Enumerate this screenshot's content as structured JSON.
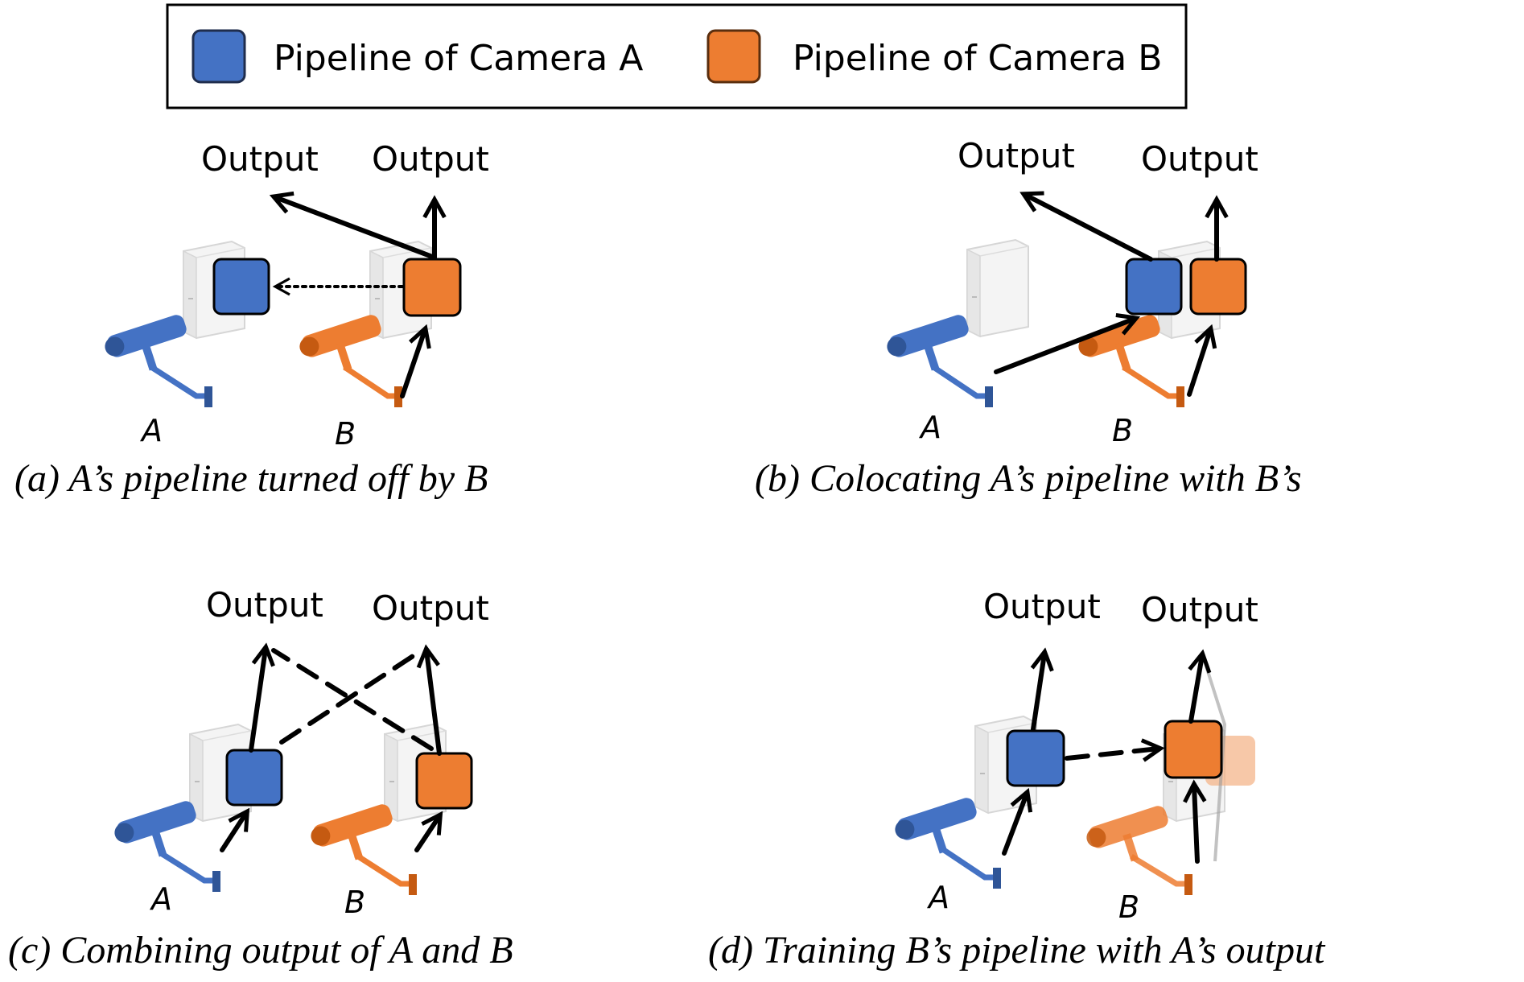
{
  "legend": {
    "camera_a_label": "Pipeline of Camera A",
    "camera_b_label": "Pipeline of Camera B"
  },
  "colors": {
    "camera_a": "#4472C4",
    "camera_b": "#ED7D31",
    "camera_a_dark": "#2F5597",
    "camera_b_dark": "#C55A11"
  },
  "panels": {
    "a": {
      "caption": "(a) A’s pipeline turned off by B",
      "output_left": "Output",
      "output_right": "Output",
      "cam_a": "A",
      "cam_b": "B"
    },
    "b": {
      "caption": "(b) Colocating A’s pipeline with B’s",
      "output_left": "Output",
      "output_right": "Output",
      "cam_a": "A",
      "cam_b": "B"
    },
    "c": {
      "caption": "(c) Combining output of A and B",
      "output_left": "Output",
      "output_right": "Output",
      "cam_a": "A",
      "cam_b": "B"
    },
    "d": {
      "caption": "(d) Training B’s pipeline with A’s output",
      "output_left": "Output",
      "output_right": "Output",
      "cam_a": "A",
      "cam_b": "B"
    }
  }
}
